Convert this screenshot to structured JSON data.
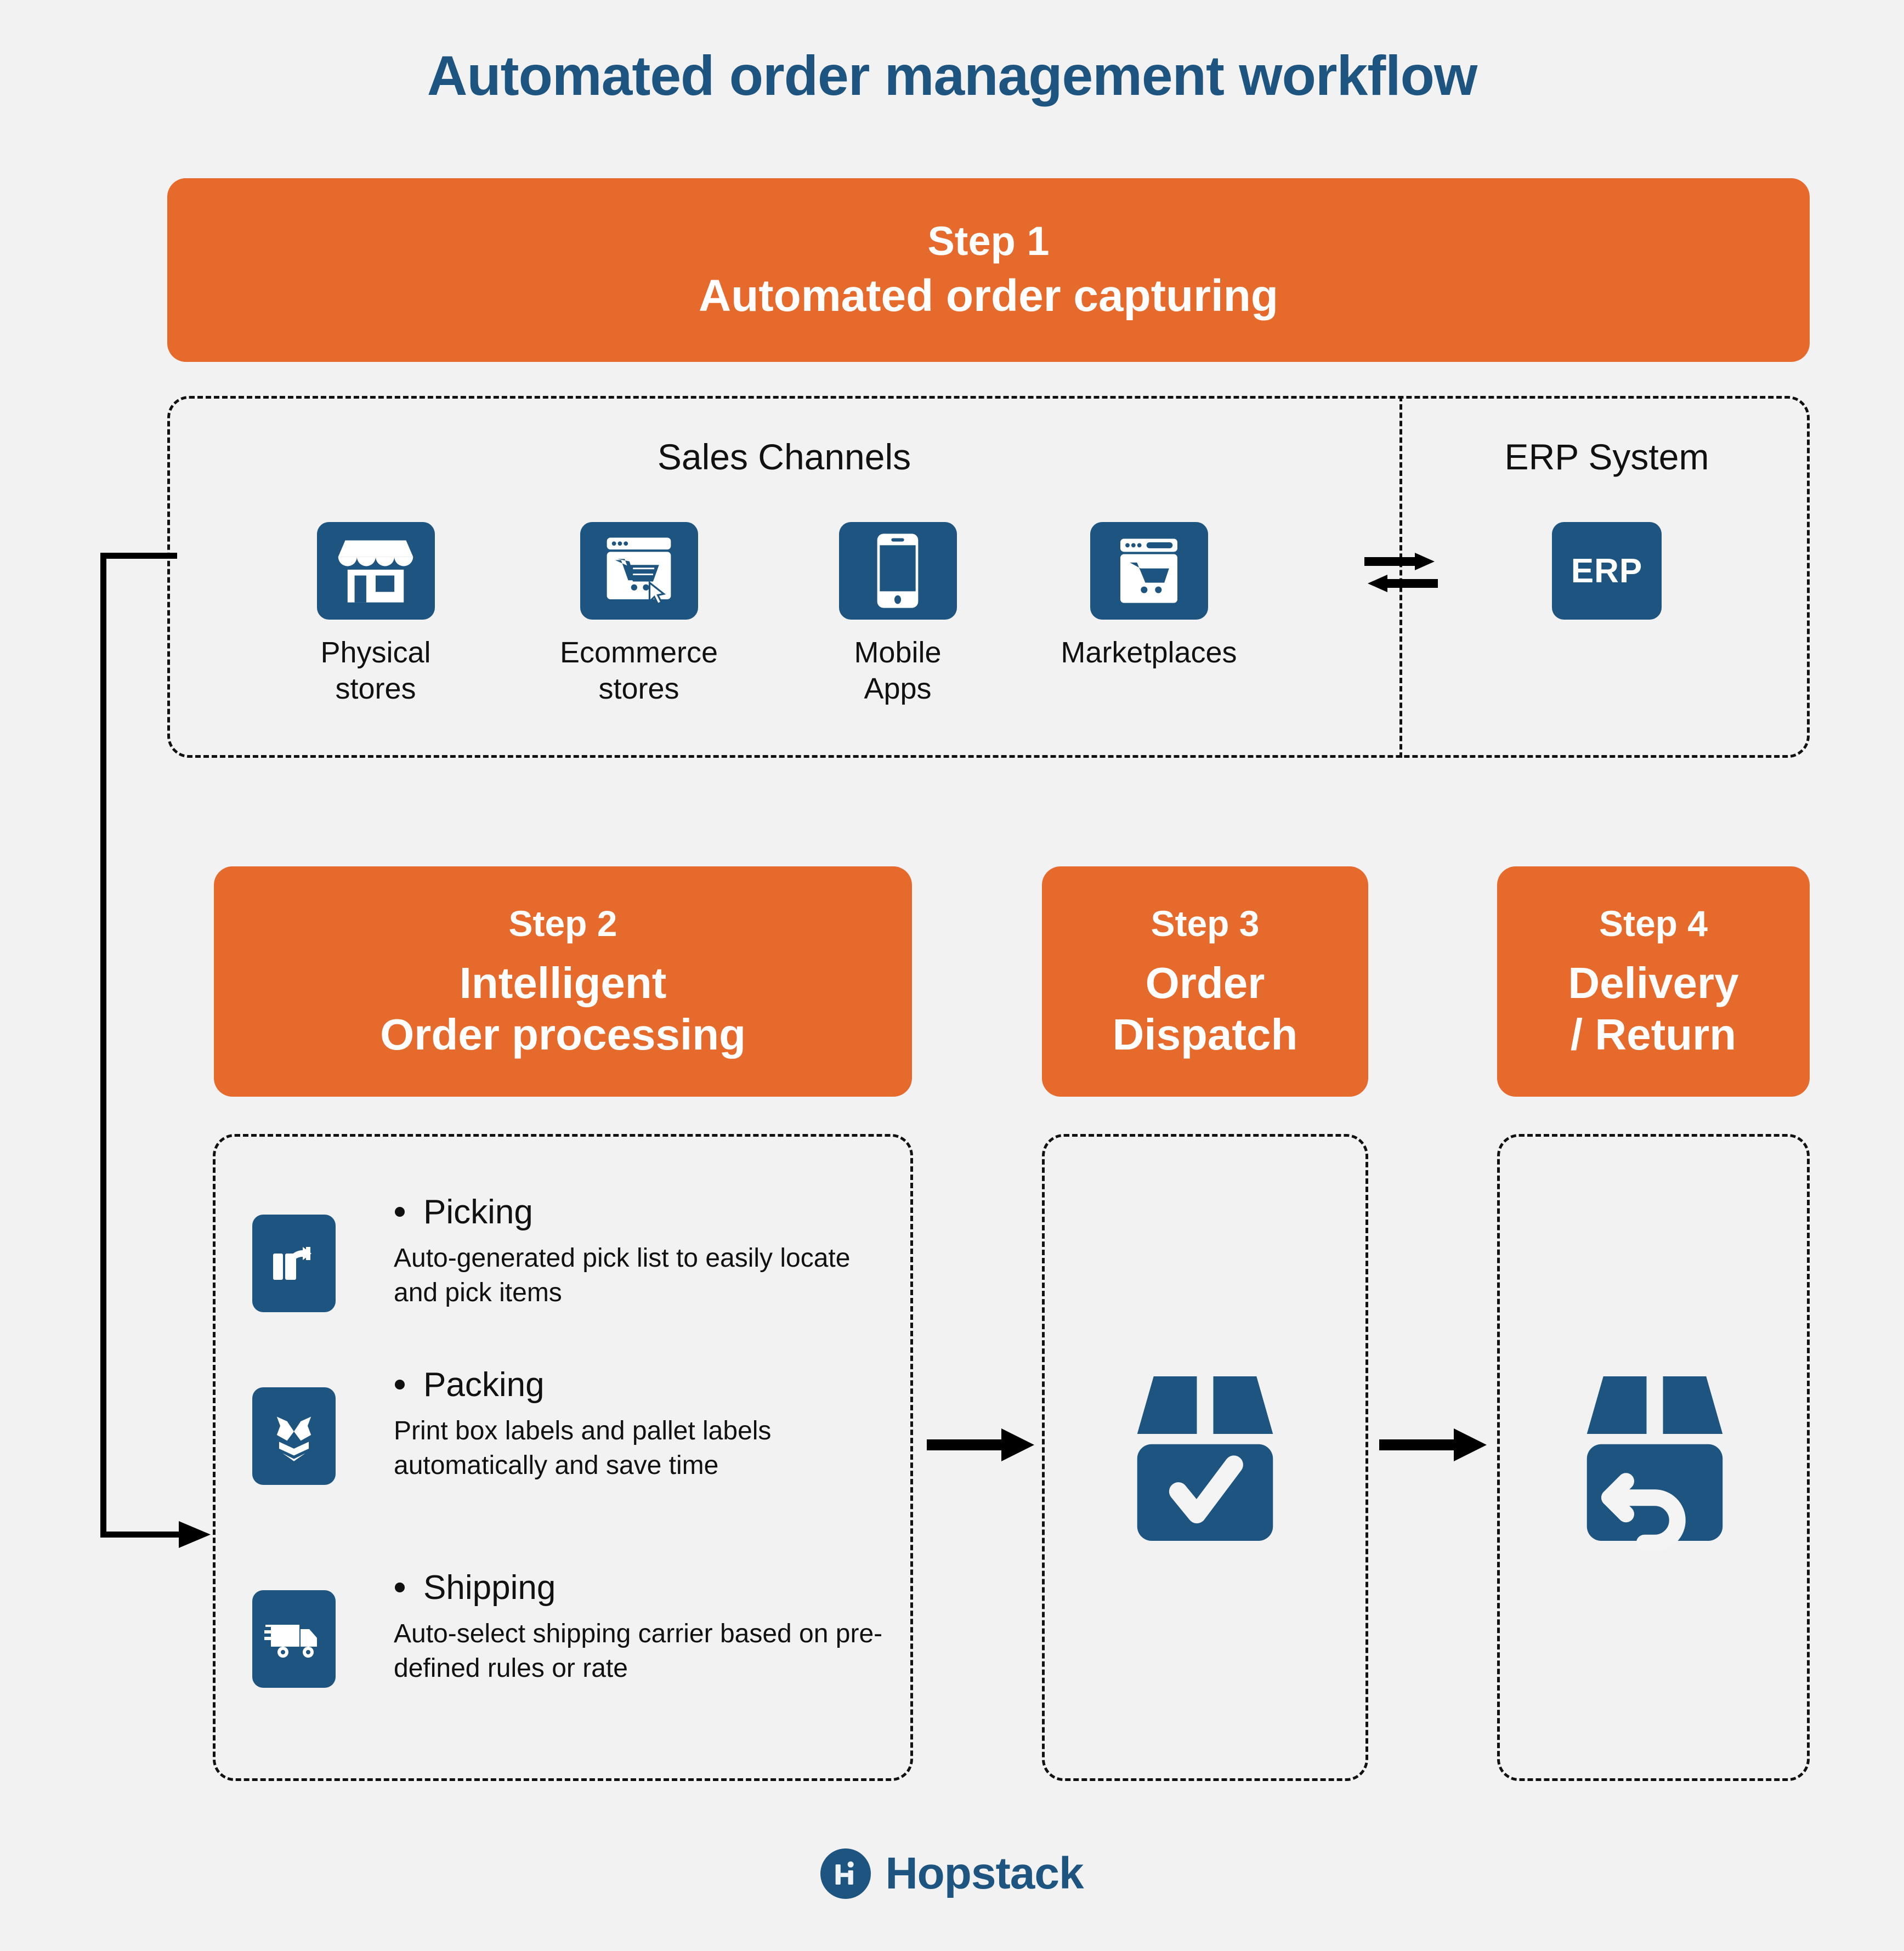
{
  "page": {
    "title": "Automated order management workflow",
    "background_color": "#f2f2f2",
    "accent_orange": "#e66a2c",
    "accent_blue": "#1e5580"
  },
  "step1": {
    "step_no": "Step 1",
    "step_name": "Automated order capturing",
    "sales_channels_heading": "Sales Channels",
    "erp_heading": "ERP System",
    "channels": [
      {
        "icon": "storefront-icon",
        "label": "Physical\nstores"
      },
      {
        "icon": "browser-cart-cursor-icon",
        "label": "Ecommerce\nstores"
      },
      {
        "icon": "mobile-phone-icon",
        "label": "Mobile\nApps"
      },
      {
        "icon": "browser-cart-icon",
        "label": "Marketplaces"
      }
    ],
    "erp": {
      "icon": "erp-tile-icon",
      "label": "ERP"
    },
    "sync_icon": "bidirectional-sync-arrows-icon"
  },
  "step2": {
    "step_no": "Step 2",
    "step_name": "Intelligent\nOrder processing",
    "items": [
      {
        "icon": "hand-pick-item-icon",
        "title": "Picking",
        "description": "Auto-generated pick list to easily locate and pick items"
      },
      {
        "icon": "open-box-packing-icon",
        "title": "Packing",
        "description": "Print box labels and pallet labels automatically and save time"
      },
      {
        "icon": "delivery-truck-icon",
        "title": "Shipping",
        "description": "Auto-select shipping carrier based on pre-defined rules or rate"
      }
    ]
  },
  "step3": {
    "step_no": "Step 3",
    "step_name": "Order\nDispatch",
    "icon": "box-with-checkmark-icon"
  },
  "step4": {
    "step_no": "Step 4",
    "step_name": "Delivery\n/ Return",
    "icon": "box-with-return-arrow-icon"
  },
  "flow": {
    "arrow_step2_to_step3": "right-arrow-icon",
    "arrow_step3_to_step4": "right-arrow-icon",
    "feedback_loop": "feedback-loop-arrow-icon"
  },
  "footer": {
    "logo_mark": "hopstack-monogram-icon",
    "brand": "Hopstack"
  }
}
